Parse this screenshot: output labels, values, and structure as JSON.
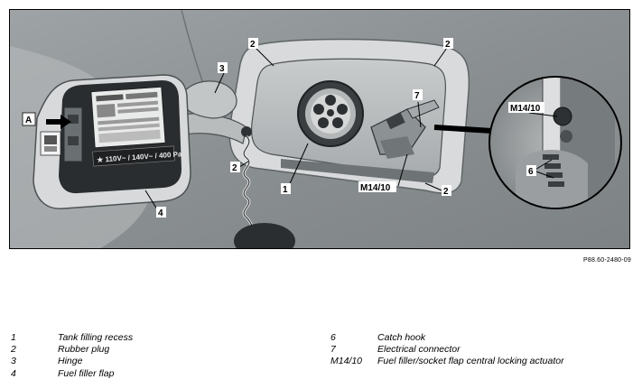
{
  "figure": {
    "callouts": {
      "c1": "1",
      "c2a": "2",
      "c2b": "2",
      "c2c": "2",
      "c2d": "2",
      "c3": "3",
      "c4": "4",
      "c6": "6",
      "c7": "7",
      "cM1": "M14/10",
      "cM2": "M14/10",
      "cA": "A"
    },
    "flap_sticker": {
      "line": "★ 110V~ / 140V~ / 400 Pa"
    },
    "ref_code": "P88.60-2480-09"
  },
  "legend": {
    "left": [
      {
        "num": "1",
        "desc": "Tank filling recess"
      },
      {
        "num": "2",
        "desc": "Rubber plug"
      },
      {
        "num": "3",
        "desc": "Hinge"
      },
      {
        "num": "4",
        "desc": "Fuel filler flap"
      }
    ],
    "right": [
      {
        "num": "6",
        "desc": "Catch hook"
      },
      {
        "num": "7",
        "desc": "Electrical connector"
      },
      {
        "num": "M14/10",
        "desc": "Fuel filler/socket flap central locking actuator"
      }
    ]
  }
}
